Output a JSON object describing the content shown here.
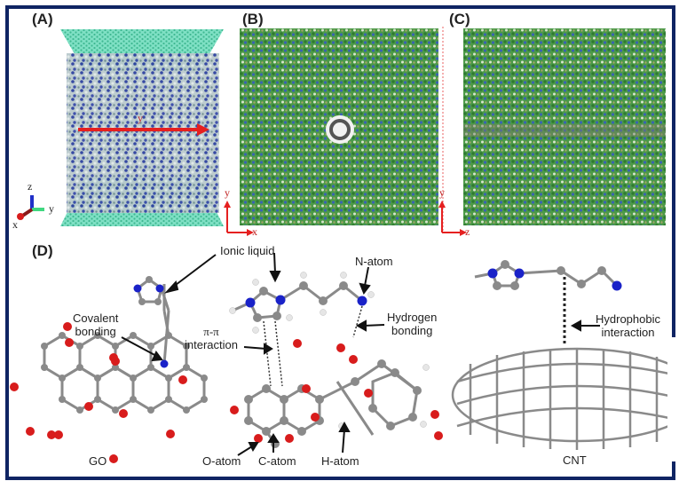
{
  "figure": {
    "border_color": "#0f2463",
    "panels": {
      "A": {
        "label": "(A)",
        "axis": {
          "x": "x",
          "y": "y",
          "z": "z"
        },
        "arrow_label": "y",
        "arrow_color": "#e52020",
        "surface_color": "#5fd3b0",
        "molecule_color": "#2b3f9e"
      },
      "B": {
        "label": "(B)",
        "axis": {
          "vertical": "y",
          "horizontal": "x"
        },
        "fill_colors": [
          "#2e8b3a",
          "#3a5fb0",
          "#c9d9c0"
        ]
      },
      "C": {
        "label": "(C)",
        "axis": {
          "vertical": "y",
          "horizontal": "z"
        }
      },
      "D": {
        "label": "(D)",
        "annotations": {
          "ionic_liquid": "Ionic liquid",
          "covalent_bonding_1": "Covalent",
          "covalent_bonding_2": "bonding",
          "pi_pi_1": "π-π",
          "pi_pi_2": "interaction",
          "n_atom": "N-atom",
          "hydrogen_bonding_1": "Hydrogen",
          "hydrogen_bonding_2": "bonding",
          "hydrophobic_1": "Hydrophobic",
          "hydrophobic_2": "interaction",
          "o_atom": "O-atom",
          "c_atom": "C-atom",
          "h_atom": "H-atom",
          "go": "GO",
          "cnt": "CNT"
        },
        "atom_colors": {
          "C": "#8a8a8a",
          "N": "#1a22c8",
          "O": "#d81c1c",
          "H": "#e6e6e6"
        }
      }
    }
  }
}
